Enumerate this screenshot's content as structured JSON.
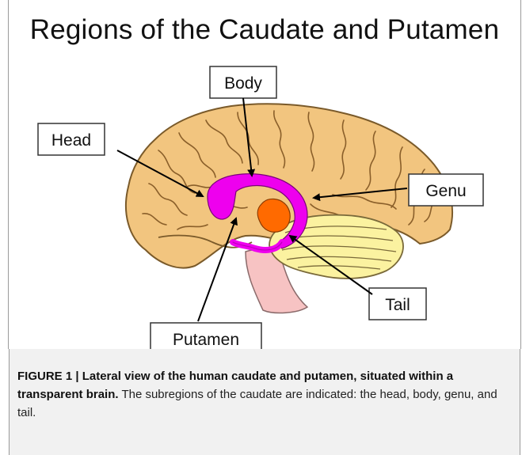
{
  "figure": {
    "title": "Regions of the Caudate and Putamen",
    "labels": {
      "head": "Head",
      "body": "Body",
      "genu": "Genu",
      "tail": "Tail",
      "putamen": "Putamen"
    },
    "colors": {
      "brain": "#f2c57f",
      "brain_stroke": "#7a5a2a",
      "caudate": "#ee00ee",
      "putamen": "#ff6a00",
      "cerebellum": "#fbf2a0",
      "brainstem": "#f7c3c3"
    }
  },
  "caption": {
    "label": "FIGURE 1 | Lateral view of the human caudate and putamen, situated within a transparent brain.",
    "text": "The subregions of the caudate are indicated: the head, body, genu, and tail."
  }
}
